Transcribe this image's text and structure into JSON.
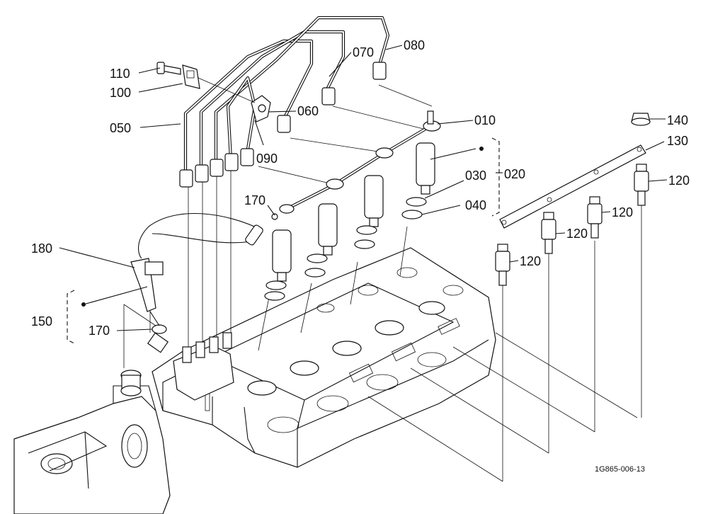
{
  "callouts": {
    "c110": "110",
    "c100": "100",
    "c050": "050",
    "c070": "070",
    "c080": "080",
    "c060": "060",
    "c090": "090",
    "c010": "010",
    "c170a": "170",
    "c030": "030",
    "c020": "020",
    "c040": "040",
    "c180": "180",
    "c150": "150",
    "c170b": "170",
    "c140": "140",
    "c130": "130",
    "c120a": "120",
    "c120b": "120",
    "c120c": "120",
    "c120d": "120"
  },
  "reference_code": "1G865-006-13"
}
